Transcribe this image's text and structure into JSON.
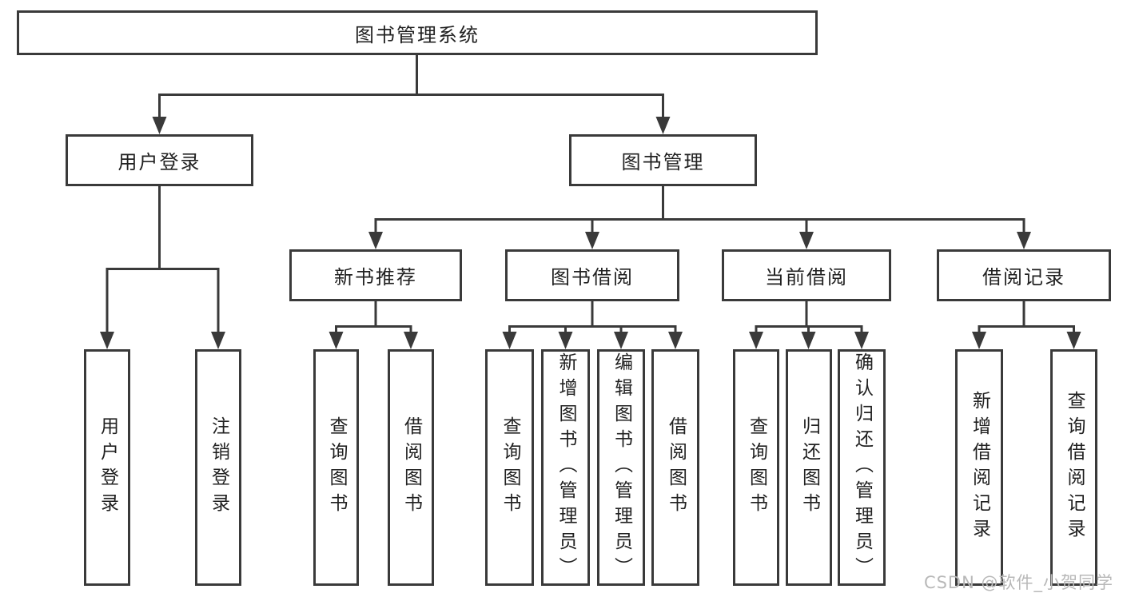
{
  "diagram": {
    "root": "图书管理系统",
    "user_login": {
      "label": "用户登录",
      "children": [
        "用户登录",
        "注销登录"
      ]
    },
    "book_management": {
      "label": "图书管理",
      "modules": [
        {
          "label": "新书推荐",
          "children": [
            "查询图书",
            "借阅图书"
          ]
        },
        {
          "label": "图书借阅",
          "children": [
            "查询图书",
            "新增图书（管理员）",
            "编辑图书（管理员）",
            "借阅图书"
          ]
        },
        {
          "label": "当前借阅",
          "children": [
            "查询图书",
            "归还图书",
            "确认归还（管理员）"
          ]
        },
        {
          "label": "借阅记录",
          "children": [
            "新增借阅记录",
            "查询借阅记录"
          ]
        }
      ]
    }
  },
  "watermark": "CSDN @软件_小贺同学",
  "colors": {
    "line": "#3a3a3a",
    "text": "#212121",
    "watermark": "#b8b8b8",
    "background": "#ffffff"
  }
}
